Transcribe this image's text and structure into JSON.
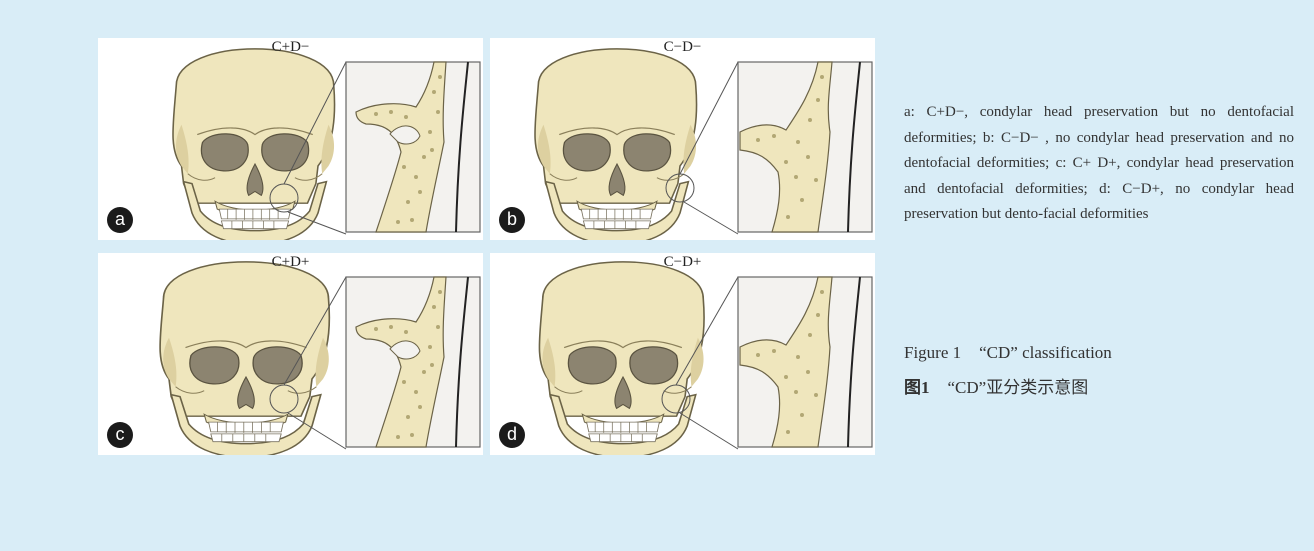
{
  "panels": [
    {
      "id": "a",
      "title": "C+D−",
      "letter": "a"
    },
    {
      "id": "b",
      "title": "C−D−",
      "letter": "b"
    },
    {
      "id": "c",
      "title": "C+D+",
      "letter": "c"
    },
    {
      "id": "d",
      "title": "C−D+",
      "letter": "d"
    }
  ],
  "caption": {
    "legend_text": "a: C+D−, condylar head preservation but no dentofacial deformities; b: C−D− , no condylar head preservation and no dentofacial deformities; c: C+ D+, condylar head preservation and dentofacial deformities; d: C−D+, no condylar head preservation but dento-facial deformities",
    "figure_en_label": "Figure 1",
    "figure_en_title": "“CD” classification",
    "figure_zh_label": "图1",
    "figure_zh_title": "“CD”亚分类示意图"
  },
  "colors": {
    "background": "#d9edf7",
    "bone": "#efe6bd",
    "bone_dark": "#d7c98e",
    "orbit": "#8c8470"
  }
}
